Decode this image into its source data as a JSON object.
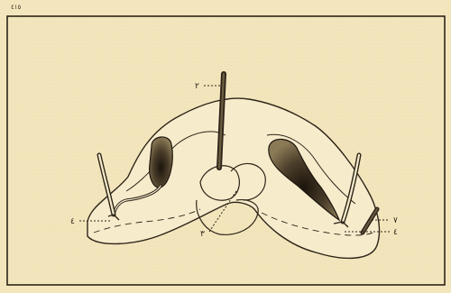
{
  "page": {
    "corner_mark": "٤١٥"
  },
  "diagram": {
    "labels": {
      "top_probe": "٢",
      "left_duct": "٤",
      "center_bottom": "٣",
      "right_upper": "٧",
      "right_lower": "٤"
    }
  }
}
